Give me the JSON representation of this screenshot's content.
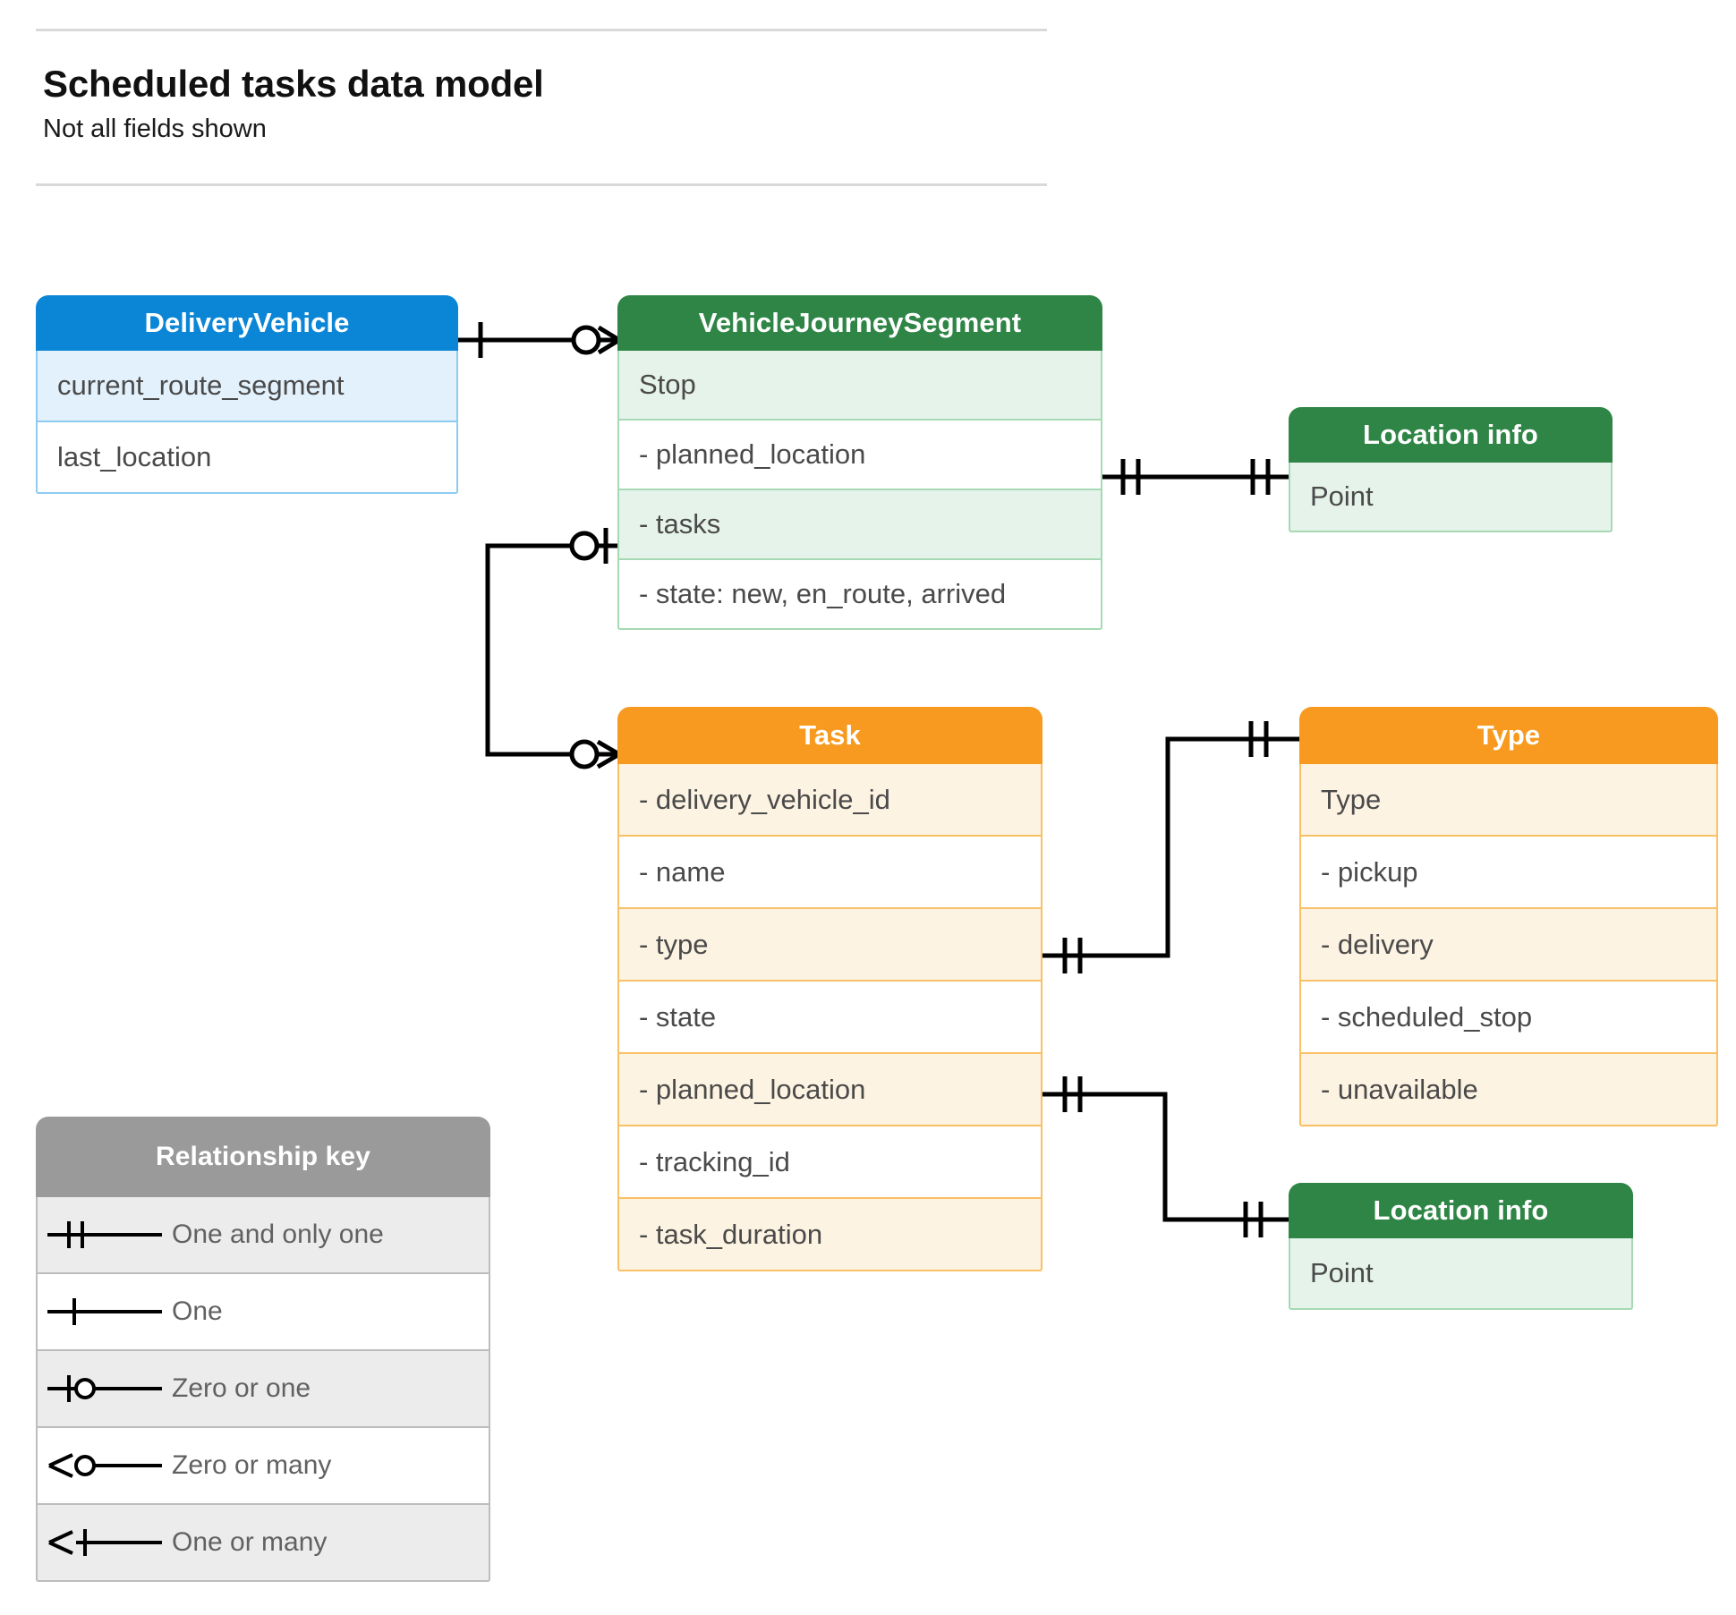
{
  "header": {
    "title": "Scheduled tasks data model",
    "subtitle": "Not all fields shown"
  },
  "entities": {
    "delivery_vehicle": {
      "title": "DeliveryVehicle",
      "rows": [
        "current_route_segment",
        "last_location"
      ],
      "color": "#0b86d6"
    },
    "vehicle_journey_segment": {
      "title": "VehicleJourneySegment",
      "rows": [
        "Stop",
        "-  planned_location",
        "- tasks",
        "- state: new, en_route, arrived"
      ],
      "color": "#2e8545"
    },
    "location_info_top": {
      "title": "Location info",
      "rows": [
        "Point"
      ],
      "color": "#2e8545"
    },
    "task": {
      "title": "Task",
      "rows": [
        "- delivery_vehicle_id",
        "- name",
        "- type",
        "- state",
        "- planned_location",
        "- tracking_id",
        "- task_duration"
      ],
      "color": "#f79a1f"
    },
    "type": {
      "title": "Type",
      "rows": [
        "Type",
        "-   pickup",
        "-  delivery",
        "-  scheduled_stop",
        "-  unavailable"
      ],
      "color": "#f79a1f"
    },
    "location_info_bottom": {
      "title": "Location info",
      "rows": [
        "Point"
      ],
      "color": "#2e8545"
    }
  },
  "legend": {
    "title": "Relationship key",
    "items": [
      {
        "label": "One and only one",
        "symbol": "one-and-only-one"
      },
      {
        "label": "One",
        "symbol": "one"
      },
      {
        "label": "Zero or one",
        "symbol": "zero-or-one"
      },
      {
        "label": "Zero or many",
        "symbol": "zero-or-many"
      },
      {
        "label": "One or many",
        "symbol": "one-or-many"
      }
    ]
  },
  "relationships": [
    {
      "from": "delivery-vehicle",
      "to": "vehicle-journey-segment",
      "from_cardinality": "one",
      "to_cardinality": "zero-or-many"
    },
    {
      "from": "vehicle-journey-segment.planned_location",
      "to": "location-info-top",
      "from_cardinality": "one-and-only-one",
      "to_cardinality": "one-and-only-one"
    },
    {
      "from": "vehicle-journey-segment.tasks",
      "to": "task",
      "from_cardinality": "zero-or-one",
      "to_cardinality": "zero-or-many"
    },
    {
      "from": "task.type",
      "to": "type",
      "from_cardinality": "one-and-only-one",
      "to_cardinality": "one-and-only-one"
    },
    {
      "from": "task.planned_location",
      "to": "location-info-bottom",
      "from_cardinality": "one-and-only-one",
      "to_cardinality": "one-and-only-one"
    }
  ]
}
